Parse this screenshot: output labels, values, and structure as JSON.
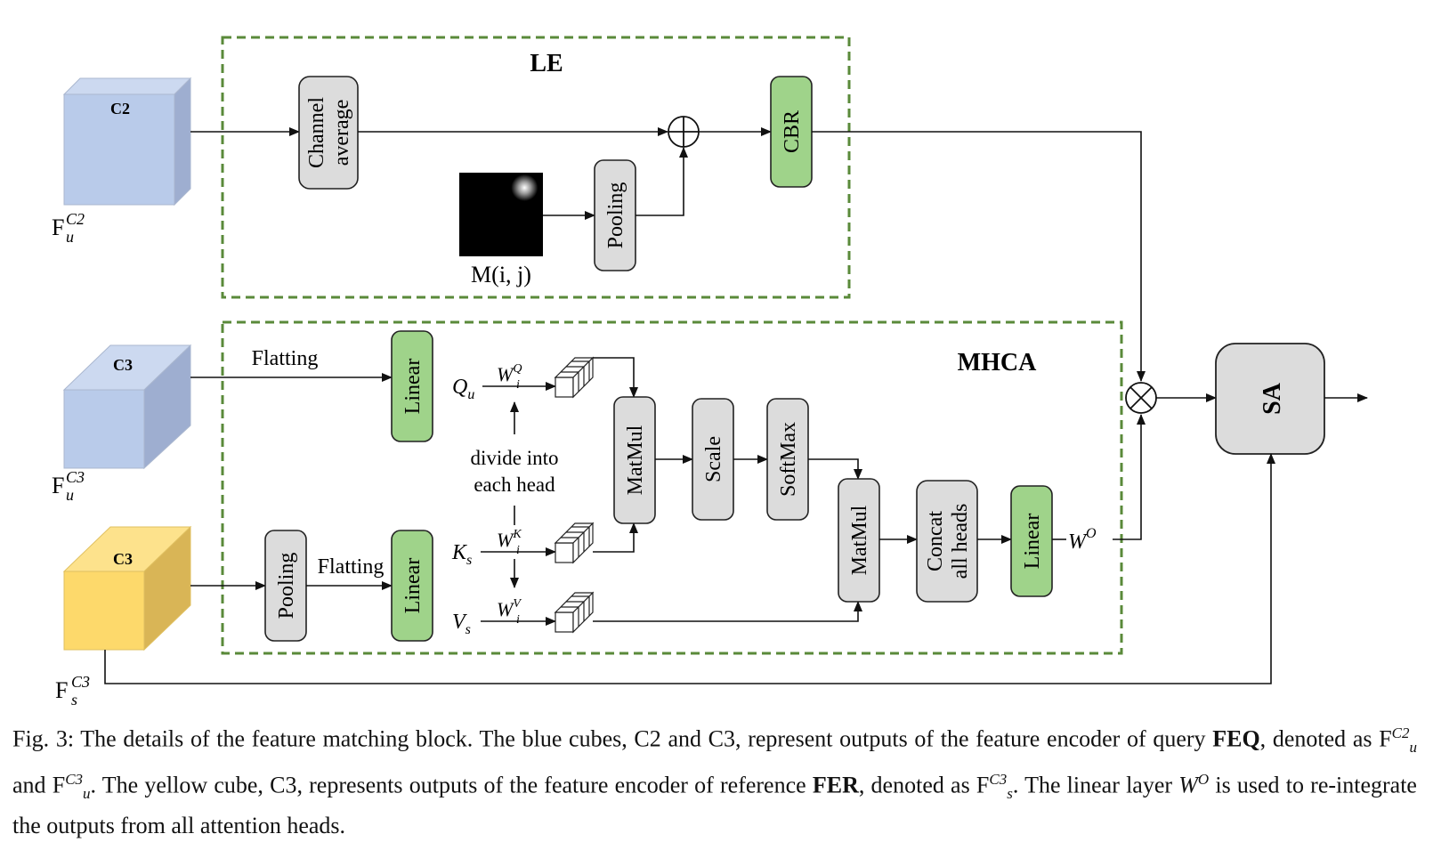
{
  "blocks": {
    "le_title": "LE",
    "mhca_title": "MHCA",
    "channel_average": [
      "Channel",
      "average"
    ],
    "pooling": "Pooling",
    "cbr": "CBR",
    "linear": "Linear",
    "matmul": "MatMul",
    "scale": "Scale",
    "softmax": "SoftMax",
    "concat": [
      "Concat",
      "all heads"
    ],
    "sa": "SA",
    "map_label": "M(i, j)"
  },
  "cubes": {
    "c2": "C2",
    "c3_query": "C3",
    "c3_ref": "C3",
    "fu_c2": {
      "base": "F",
      "sup": "C2",
      "sub": "u"
    },
    "fu_c3": {
      "base": "F",
      "sup": "C3",
      "sub": "u"
    },
    "fs_c3": {
      "base": "F",
      "sup": "C3",
      "sub": "s"
    }
  },
  "labels": {
    "flatting_top": "Flatting",
    "flatting_bottom": "Flatting",
    "qu": "Q",
    "qu_sub": "u",
    "ks": "K",
    "ks_sub": "s",
    "vs": "V",
    "vs_sub": "s",
    "wq": "W",
    "wq_sup": "Q",
    "wq_sub": "i",
    "wk": "W",
    "wk_sup": "K",
    "wk_sub": "i",
    "wv": "W",
    "wv_sup": "V",
    "wv_sub": "i",
    "wo": "W",
    "wo_sup": "O",
    "divide_line1": "divide into",
    "divide_line2": "each head"
  },
  "colors": {
    "blue_cube": "#b9cbea",
    "yellow_cube": "#fdd96b",
    "green_block": "#9fd38a",
    "gray_block": "#dcdcdc",
    "dashed_border": "#5a8a3a"
  },
  "caption": {
    "p1": "Fig. 3: The details of the feature matching block. The blue cubes, C2 and C3, represent outputs of the feature encoder of query ",
    "feq": "FEQ",
    "p2": ", denoted as ",
    "p3": " and ",
    "p4": ". The yellow cube, C3, represents outputs of the feature encoder of reference ",
    "fer": "FER",
    "p5": ", denoted as ",
    "p6": ". The linear layer ",
    "p7": " is used to re-integrate the outputs from all attention heads."
  }
}
